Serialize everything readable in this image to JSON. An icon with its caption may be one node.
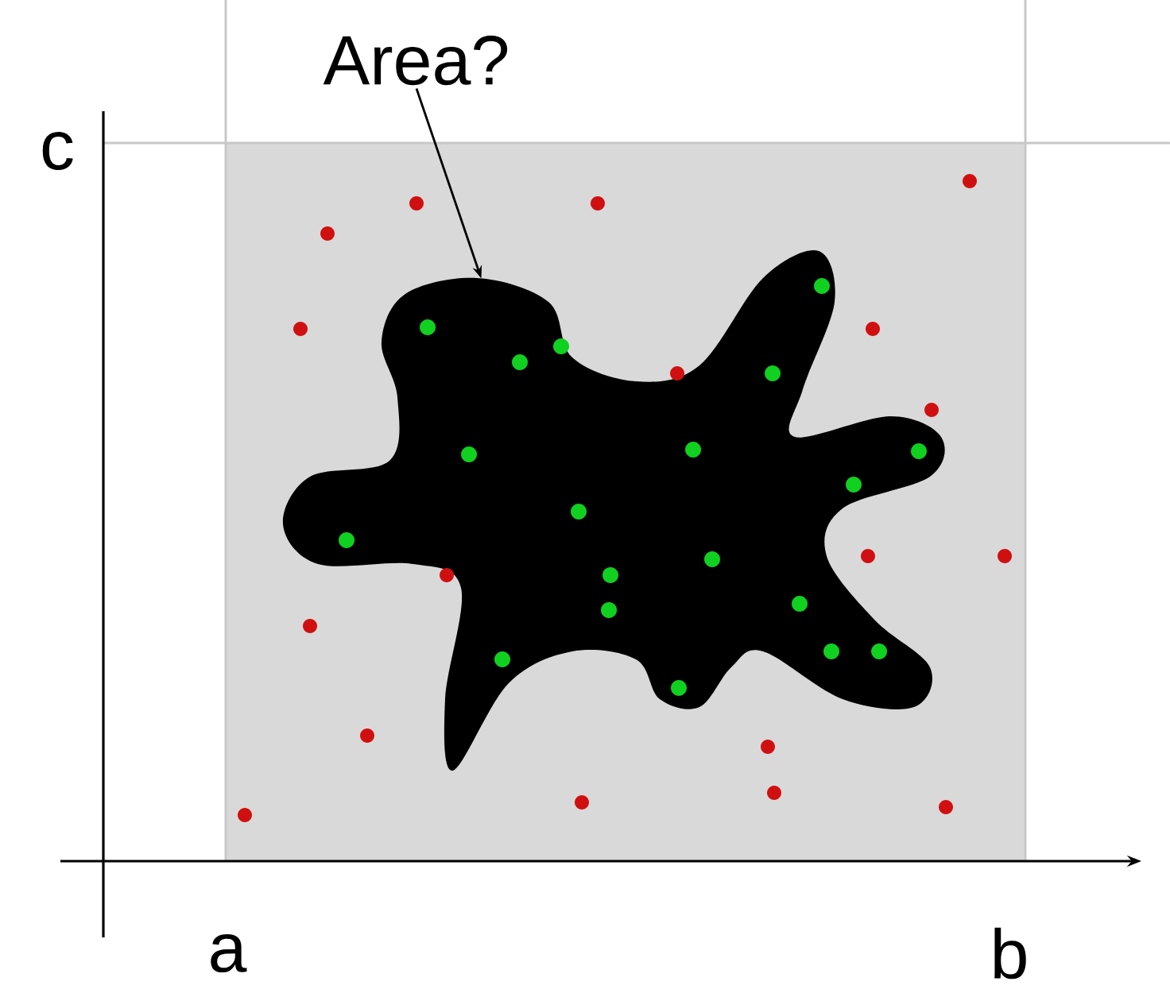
{
  "diagram": {
    "nodes": [
      {
        "text": [
          "Area?"
        ]
      },
      {
        "text": [],
        "shape": "blob"
      }
    ],
    "edges": [
      {
        "from": 0,
        "to": 1,
        "arrow": "to"
      }
    ],
    "labels": [
      "c",
      "a",
      "b"
    ]
  }
}
